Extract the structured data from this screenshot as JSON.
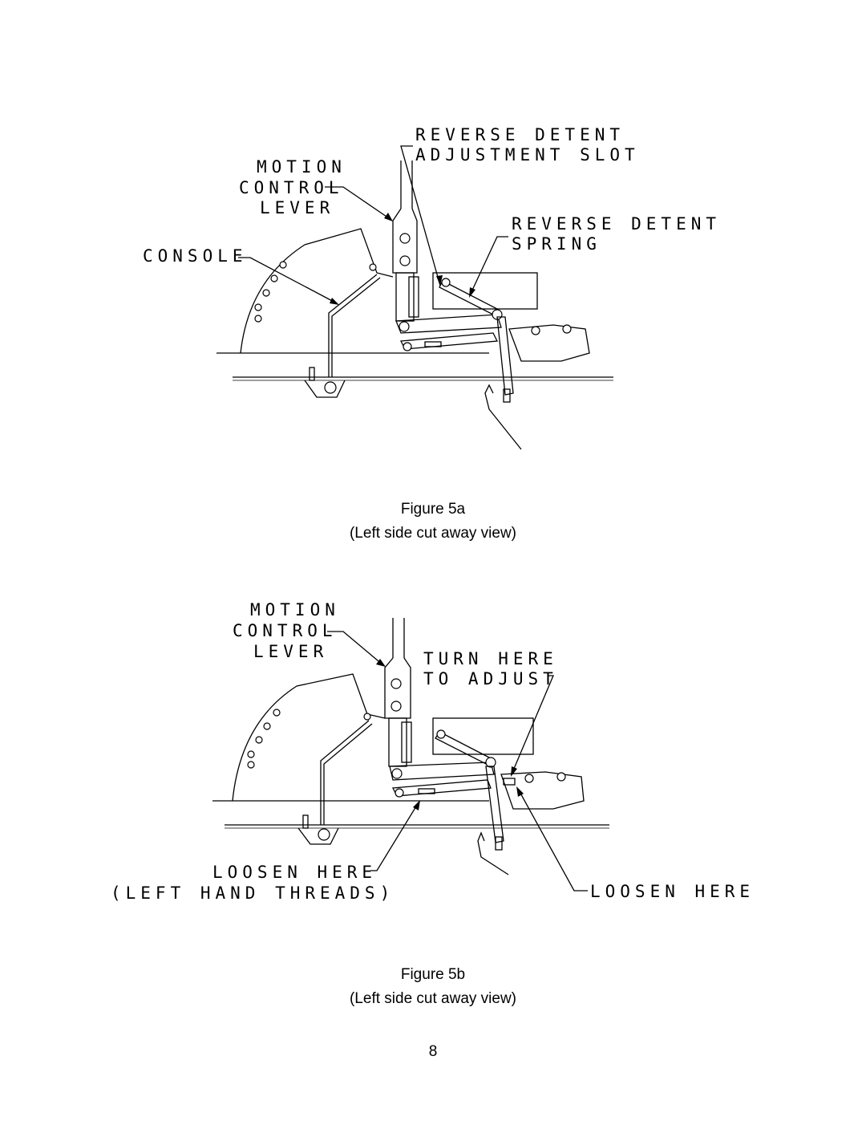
{
  "figure_a": {
    "labels": {
      "reverse_detent_adjustment_slot_1": "REVERSE DETENT",
      "reverse_detent_adjustment_slot_2": "ADJUSTMENT SLOT",
      "motion_control_lever_1": "MOTION",
      "motion_control_lever_2": "CONTROL",
      "motion_control_lever_3": "LEVER",
      "reverse_detent_spring_1": "REVERSE DETENT",
      "reverse_detent_spring_2": "SPRING",
      "console": "CONSOLE"
    },
    "caption_title": "Figure 5a",
    "caption_sub": "(Left side cut away view)"
  },
  "figure_b": {
    "labels": {
      "motion_control_lever_1": "MOTION",
      "motion_control_lever_2": "CONTROL",
      "motion_control_lever_3": "LEVER",
      "turn_here_1": "TURN HERE",
      "turn_here_2": "TO ADJUST",
      "loosen_here_left_1": "LOOSEN HERE",
      "loosen_here_left_2": "(LEFT HAND THREADS)",
      "loosen_here_right": "LOOSEN HERE"
    },
    "caption_title": "Figure 5b",
    "caption_sub": "(Left side cut away view)"
  },
  "page_number": "8"
}
